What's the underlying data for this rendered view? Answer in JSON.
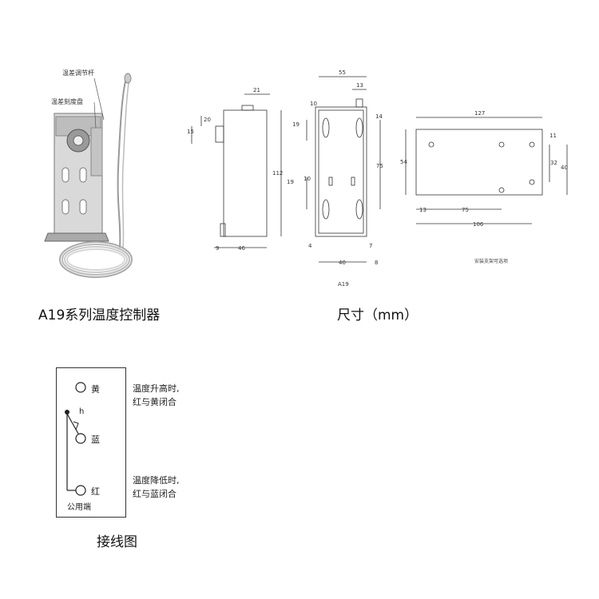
{
  "product_photo": {
    "callout_1": "温差调节杆",
    "callout_2": "温差刻度盘",
    "caption": "A19系列温度控制器"
  },
  "dimensions": {
    "caption": "尺寸（mm）",
    "model_label": "A19",
    "side_view": {
      "top_offset": "21",
      "tab_20": "20",
      "tab_15": "15",
      "height": "112",
      "bottom_9": "9",
      "bottom_46": "46"
    },
    "front_view": {
      "width_55": "55",
      "d13": "13",
      "d10": "10",
      "d19": "19",
      "d14": "14",
      "d75": "75",
      "d19b": "19",
      "d10b": "10",
      "d4": "4",
      "d40": "40",
      "d7": "7",
      "d8": "8"
    },
    "bracket_view": {
      "d127": "127",
      "d11": "11",
      "d54": "54",
      "d32": "32",
      "d40": "40",
      "d13": "13",
      "d75": "75",
      "d106": "106"
    },
    "bracket_note": "安装支架可选项"
  },
  "wiring": {
    "caption": "接线图",
    "terminal_yellow": "黄",
    "terminal_blue": "蓝",
    "terminal_red": "红",
    "common_label": "公用端",
    "h_label": "h",
    "note_rise_1": "温度升高时,",
    "note_rise_2": "红与黄闭合",
    "note_fall_1": "温度降低时,",
    "note_fall_2": "红与蓝闭合"
  }
}
